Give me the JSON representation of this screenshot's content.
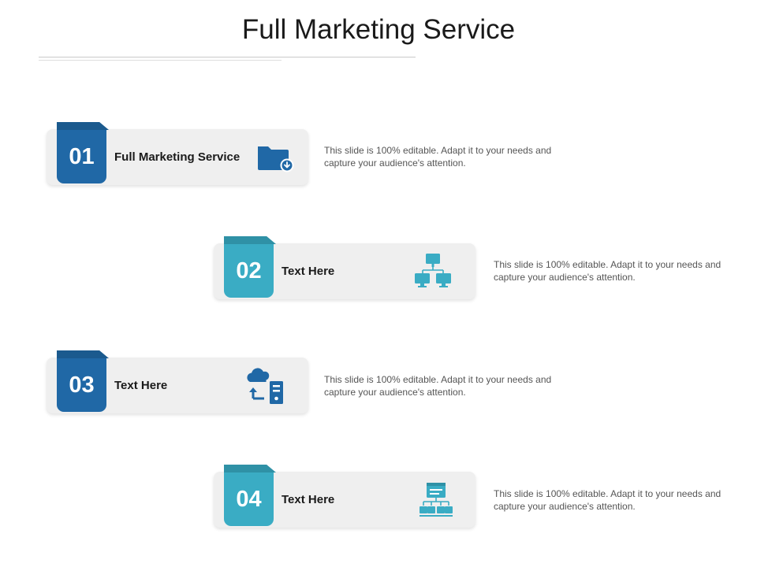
{
  "title": "Full Marketing Service",
  "colors": {
    "dark_blue": "#2068a6",
    "dark_blue_tab": "#1b5a8e",
    "teal": "#3aacc4",
    "teal_tab": "#2f91a6",
    "card_bg": "#efefef"
  },
  "items": [
    {
      "number": "01",
      "label": "Full Marketing Service",
      "icon": "folder-download-icon",
      "description": "This slide is 100% editable. Adapt it to your needs and capture your audience's attention."
    },
    {
      "number": "02",
      "label": "Text Here",
      "icon": "computer-network-icon",
      "description": "This slide is 100% editable. Adapt it to your needs and capture your audience's attention."
    },
    {
      "number": "03",
      "label": "Text Here",
      "icon": "cloud-upload-server-icon",
      "description": "This slide is 100% editable. Adapt it to your needs and capture your audience's attention."
    },
    {
      "number": "04",
      "label": "Text Here",
      "icon": "sitemap-icon",
      "description": "This slide is 100% editable. Adapt it to your needs and capture your audience's attention."
    }
  ]
}
